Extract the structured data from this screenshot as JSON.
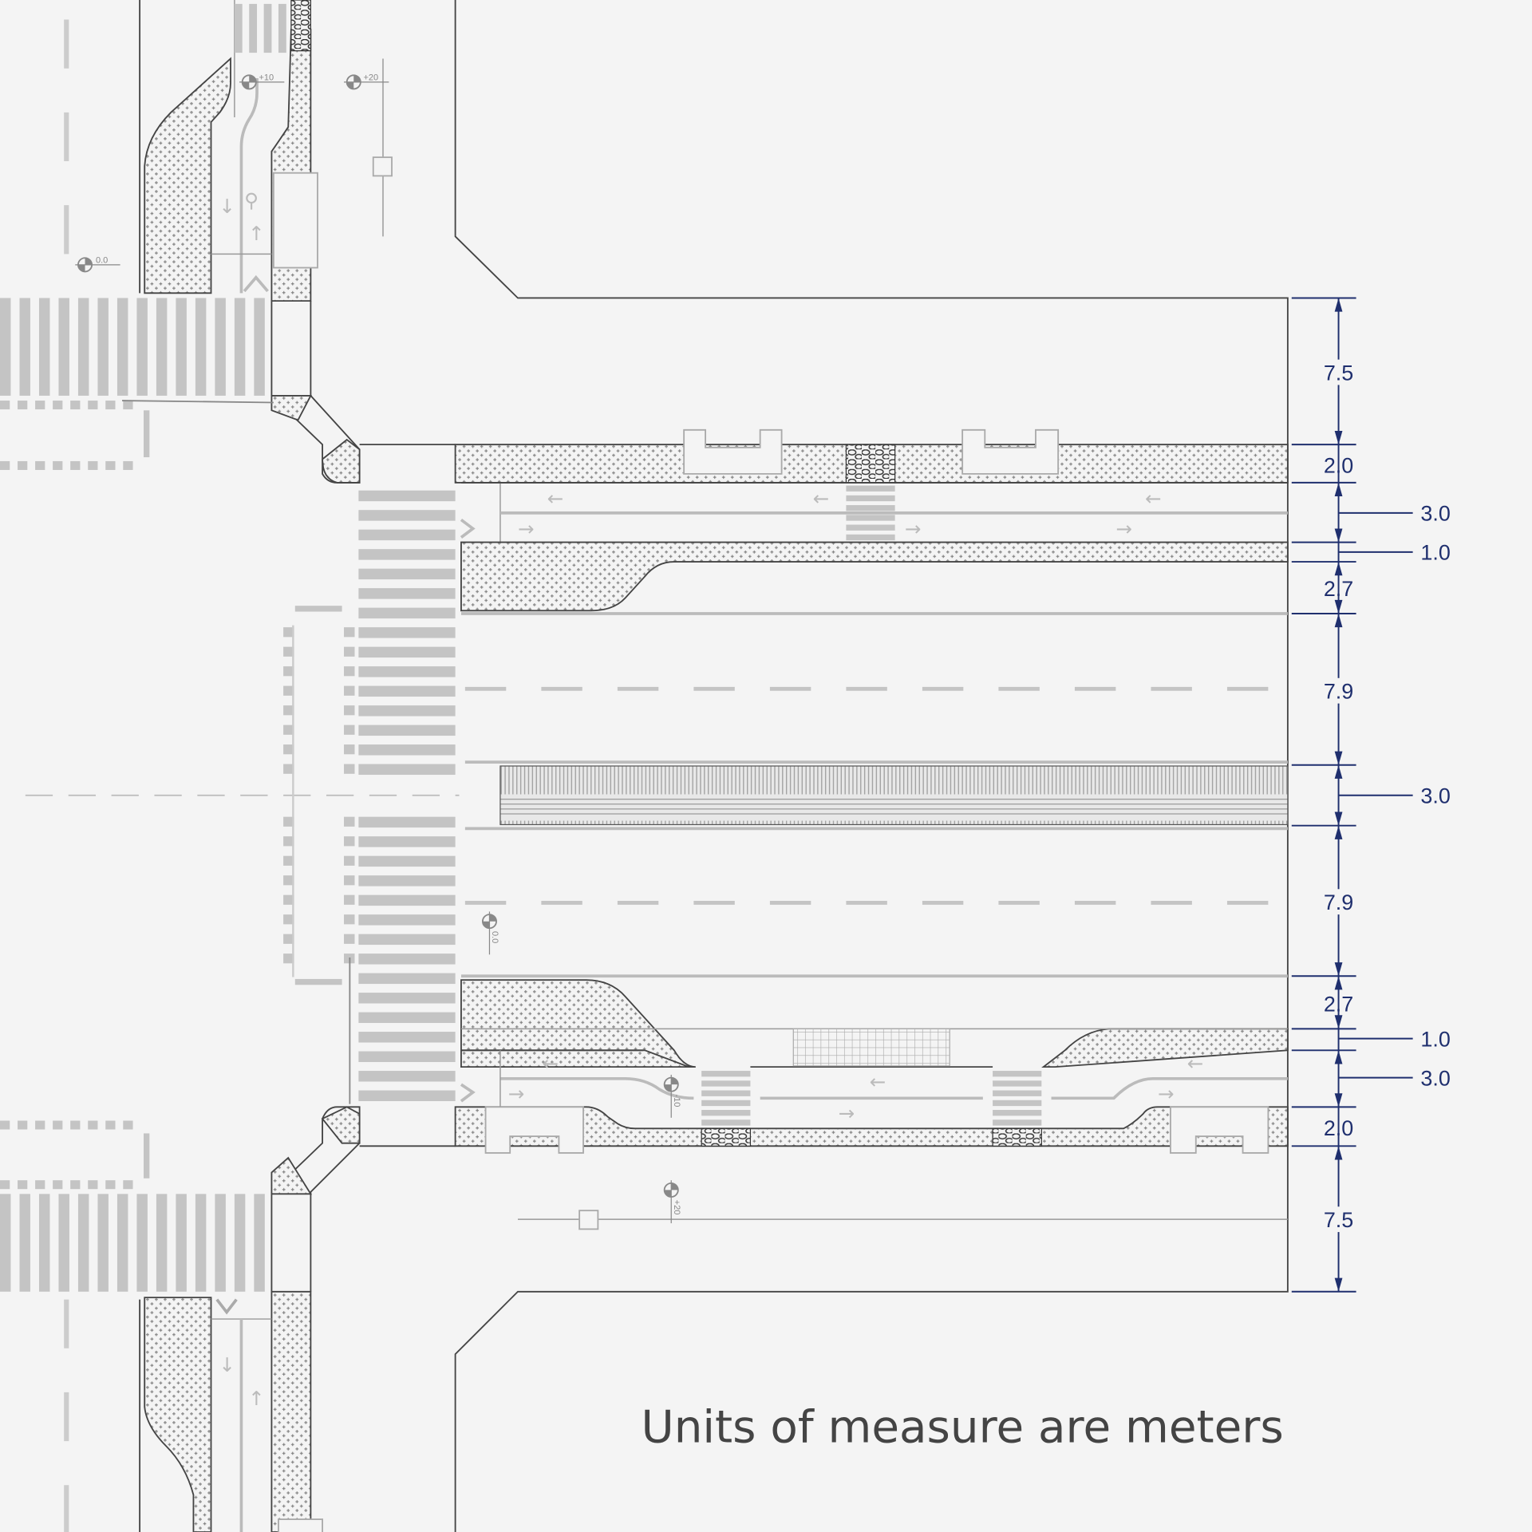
{
  "note": "Units of measure are meters",
  "dimensions": {
    "top_setback": "7.5",
    "north_sidewalk": "2.0",
    "north_bike_lane": "3.0",
    "north_buffer": "1.0",
    "north_parking": "2.7",
    "north_carriageway": "7.9",
    "median": "3.0",
    "south_carriageway": "7.9",
    "south_parking": "2.7",
    "south_buffer": "1.0",
    "south_bike_lane": "3.0",
    "south_sidewalk": "2.0",
    "bottom_setback": "7.5"
  },
  "elevations": {
    "nw_plus10": "+10",
    "nw_plus20": "+20",
    "nw_zero": "0.0",
    "center_zero": "0.0",
    "south_minus10": "-10",
    "south_plus20": "+20"
  },
  "colors": {
    "background": "#f4f4f4",
    "dimension": "#1f2f6e",
    "marking": "#c4c4c4",
    "outline": "#444444"
  }
}
